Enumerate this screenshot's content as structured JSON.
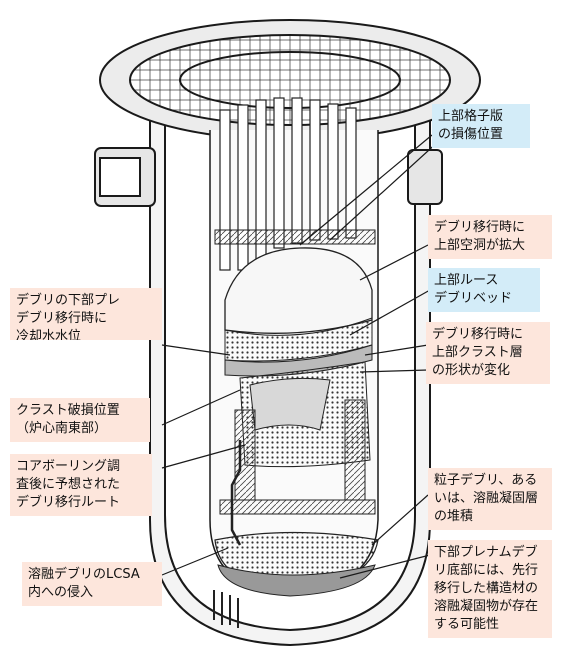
{
  "colors": {
    "peach_box": "#fde6dc",
    "blue_box": "#d3ecf8",
    "line": "#1a1a1a",
    "debris_fill": "#cfcfcf"
  },
  "labels": {
    "upper_grid_damage": "上部格子版\nの損傷位置",
    "upper_cavity_expand": "デブリ移行時に\n上部空洞が拡大",
    "upper_loose_debris": "上部ルース\nデブリベッド",
    "upper_crust_change": "デブリ移行時に\n上部クラスト層\nの形状が変化",
    "debris_lower_plenum": "デブリの下部プレ\nデブリ移行時に\n冷却水水位",
    "crust_breach": "クラスト破損位置\n（炉心南東部）",
    "core_boring_route": "コアボーリング調\n査後に予想された\nデブリ移行ルート",
    "particle_debris": "粒子デブリ、ある\nいは、溶融凝固層\nの堆積",
    "lcsa_intrusion": "溶融デブリのLCSA\n内への侵入",
    "lower_plenum_bottom": "下部プレナムデブ\nリ底部には、先行\n移行した構造材の\n溶融凝固物が存在\nする可能性"
  }
}
